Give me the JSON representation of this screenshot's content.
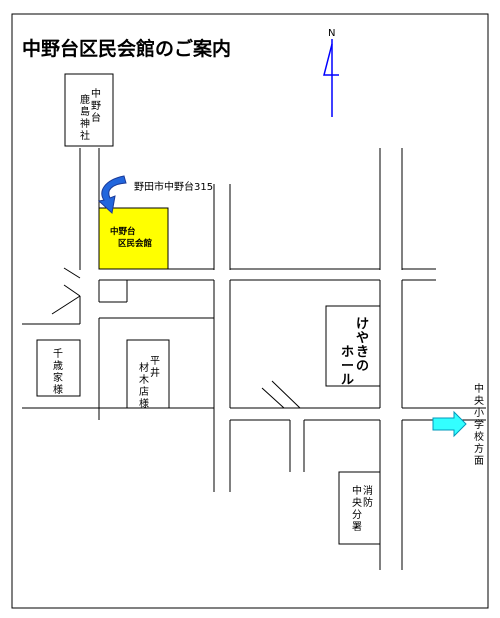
{
  "title": "中野台区民会館のご案内",
  "compass": {
    "label": "N"
  },
  "address": "野田市中野台315",
  "colors": {
    "hall_fill": "#ffff00",
    "address_arrow": "#2266dd",
    "direction_arrow": "#33ffff",
    "compass": "#0000ff"
  },
  "labels": {
    "shrine": [
      "中",
      "鹿",
      "野",
      "島",
      "台",
      "神",
      "社"
    ],
    "hall": [
      "中野台",
      "区民会館"
    ],
    "chitose": [
      "千",
      "歳",
      "家",
      "様"
    ],
    "hirai": [
      "平",
      "材",
      "井",
      "木",
      "店",
      "様"
    ],
    "keyaki": [
      "け",
      "や",
      "き",
      "の",
      "ホ",
      "ー",
      "ル"
    ],
    "fire": [
      "消",
      "中",
      "防",
      "央",
      "分",
      "署"
    ],
    "school": [
      "中",
      "央",
      "小",
      "学",
      "校",
      "方",
      "面"
    ]
  }
}
